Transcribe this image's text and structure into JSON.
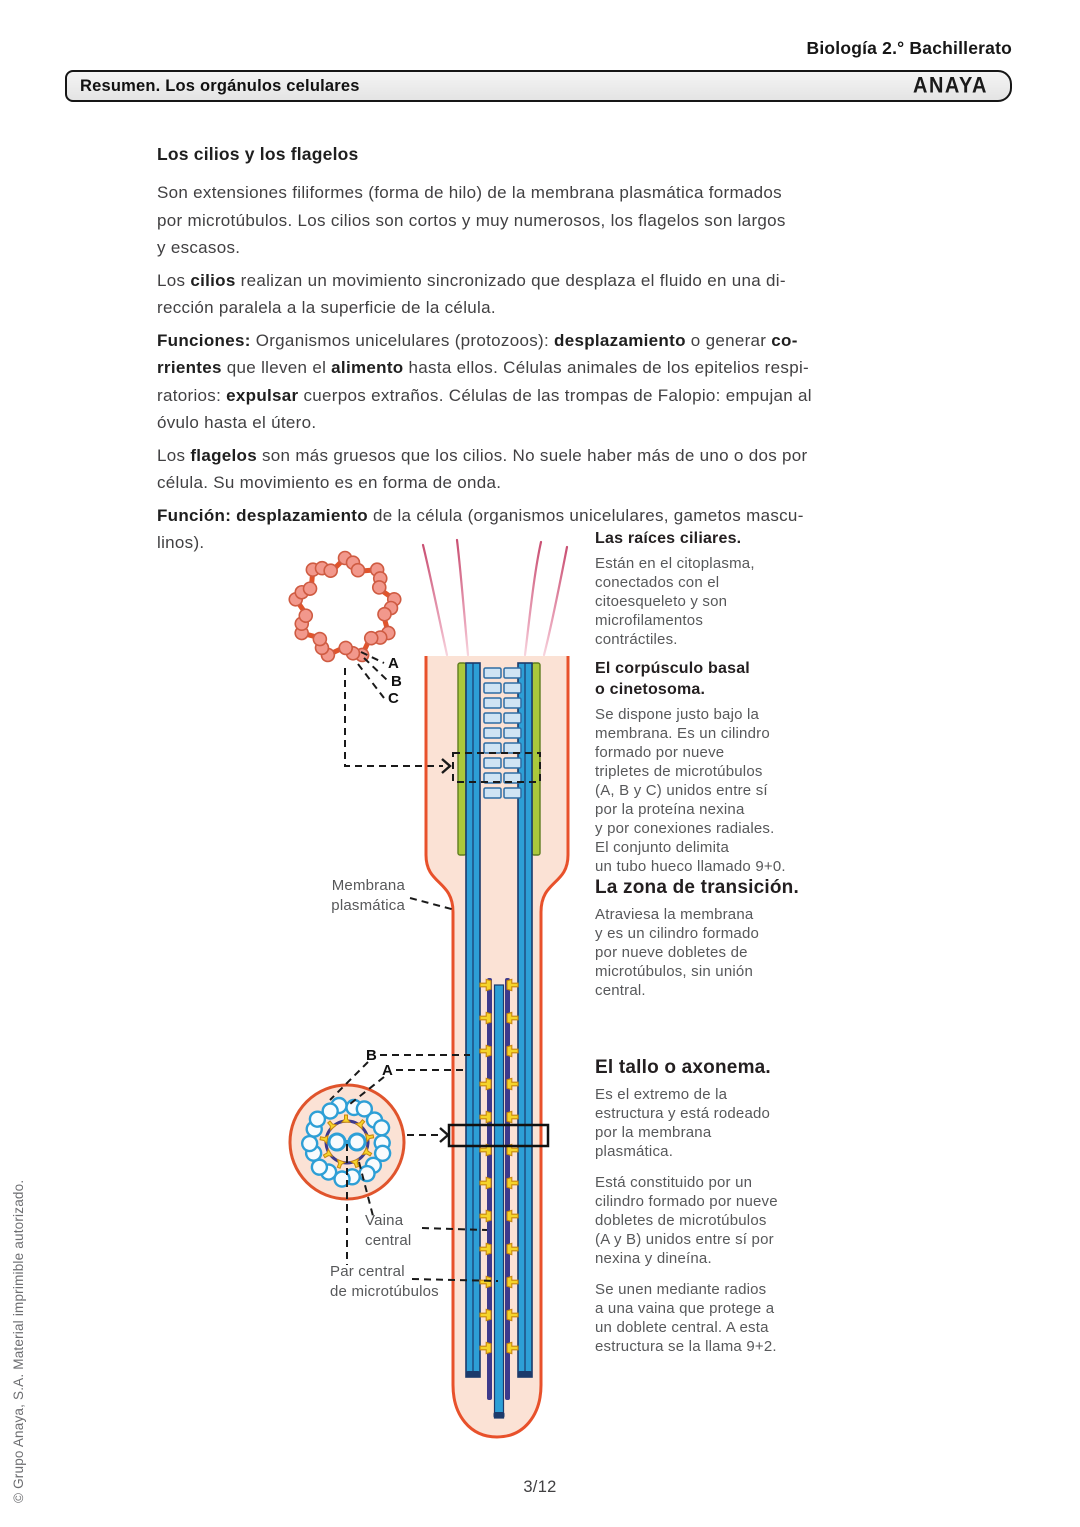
{
  "header": {
    "course": "Biología 2.° Bachillerato",
    "banner_title": "Resumen. Los orgánulos celulares",
    "publisher": "ANAYA"
  },
  "main": {
    "section_title": "Los cilios y los flagelos",
    "p1": [
      {
        "t": "Son extensiones filiformes (forma de hilo) de la membrana plasmática formados"
      },
      {
        "br": true
      },
      {
        "t": "por microtúbulos. Los cilios son cortos y muy numerosos, los flagelos son largos"
      },
      {
        "br": true
      },
      {
        "t": "y escasos."
      }
    ],
    "p2": [
      {
        "t": "Los "
      },
      {
        "t": "cilios",
        "b": true
      },
      {
        "t": " realizan un movimiento sincronizado que desplaza el fluido en una di-"
      },
      {
        "br": true
      },
      {
        "t": "rección paralela a la superficie de la célula."
      }
    ],
    "p3": [
      {
        "t": "Funciones:",
        "b": true
      },
      {
        "t": " Organismos unicelulares (protozoos): "
      },
      {
        "t": "desplazamiento",
        "b": true
      },
      {
        "t": " o generar "
      },
      {
        "t": "co-",
        "b": true
      },
      {
        "br": true
      },
      {
        "t": "rrientes",
        "b": true
      },
      {
        "t": " que lleven el "
      },
      {
        "t": "alimento",
        "b": true
      },
      {
        "t": " hasta ellos. Células animales de los epitelios respi-"
      },
      {
        "br": true
      },
      {
        "t": "ratorios: "
      },
      {
        "t": "expulsar",
        "b": true
      },
      {
        "t": " cuerpos extraños. Células de las trompas de Falopio: empujan al"
      },
      {
        "br": true
      },
      {
        "t": "óvulo hasta el útero."
      }
    ],
    "p4": [
      {
        "t": "Los "
      },
      {
        "t": "flagelos",
        "b": true
      },
      {
        "t": " son más gruesos que los cilios. No suele haber más de uno o dos por"
      },
      {
        "br": true
      },
      {
        "t": "célula. Su movimiento es en forma de onda."
      }
    ],
    "p5": [
      {
        "t": "Función: desplazamiento",
        "b": true
      },
      {
        "t": " de la célula (organismos unicelulares, gametos mascu-"
      },
      {
        "br": true
      },
      {
        "t": "linos)."
      }
    ]
  },
  "right_column": {
    "roots": {
      "title": [
        "Las raíces ciliares."
      ],
      "body": [
        "Están en el citoplasma,",
        "conectados con el",
        "citoesqueleto y son",
        "microfilamentos",
        "contráctiles."
      ]
    },
    "basal": {
      "title": [
        "El corpúsculo basal",
        "o cinetosoma."
      ],
      "body": [
        "Se dispone justo bajo la",
        "membrana. Es un cilindro",
        "formado por nueve",
        "tripletes de microtúbulos",
        "(A, B y C) unidos entre sí",
        "por la proteína nexina",
        "y por conexiones radiales.",
        "El conjunto delimita",
        "un tubo hueco llamado 9+0."
      ]
    },
    "transition": {
      "title": [
        "La zona de transición."
      ],
      "body": [
        "Atraviesa la membrana",
        "y es un cilindro formado",
        "por nueve dobletes de",
        "microtúbulos, sin unión",
        "central."
      ]
    },
    "axoneme": {
      "title": [
        "El tallo o axonema."
      ],
      "body1": [
        "Es el extremo de la",
        "estructura y está rodeado",
        "por la membrana",
        "plasmática."
      ],
      "body2": [
        "Está constituido por un",
        "cilindro formado por nueve",
        "dobletes de microtúbulos",
        "(A y B) unidos entre sí por",
        "nexina y dineína."
      ],
      "body3": [
        "Se unen mediante radios",
        "a una vaina que protege a",
        "un doblete central. A esta",
        "estructura se la llama 9+2."
      ]
    }
  },
  "diagram_labels": {
    "triplet_a": "A",
    "triplet_b": "B",
    "triplet_c": "C",
    "membrane_1": "Membrana",
    "membrane_2": "plasmática",
    "doublet_b": "B",
    "doublet_a": "A",
    "sheath_1": "Vaina",
    "sheath_2": "central",
    "central_pair_1": "Par central",
    "central_pair_2": "de microtúbulos"
  },
  "colors": {
    "membrane_orange": "#e8512b",
    "cytoplasm_pink": "#fbe2d5",
    "microtubule_blue": "#2d9fd6",
    "microtubule_outline": "#1c3a6b",
    "triplet_green": "#aac83c",
    "rung_light_blue": "#cfe4f4",
    "dynein_yellow": "#f5d42a",
    "central_sheath_navy": "#3d3a8c",
    "bead_salmon": "#f2988c",
    "root_pink": "#cc4f72"
  },
  "footer": {
    "page_number": "3/12"
  },
  "side_note": "© Grupo Anaya, S.A. Material imprimible autorizado."
}
